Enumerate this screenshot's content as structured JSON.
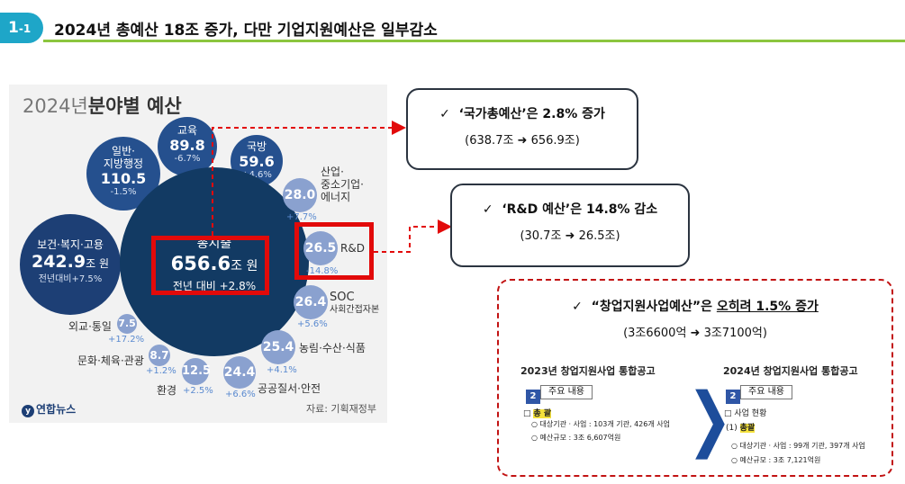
{
  "header": {
    "badge_main": "1",
    "badge_sub": "-1",
    "title": "2024년 총예산 18조 증가, 다만 기업지원예산은 일부감소"
  },
  "infographic": {
    "title_year": "2024년",
    "title_main": "분야별 예산",
    "total": {
      "name": "총지출",
      "value": "656.6",
      "unit": "조 원",
      "change": "전년 대비 +2.8%"
    },
    "bubbles": {
      "education": {
        "name": "교육",
        "value": "89.8",
        "change": "-6.7%"
      },
      "defense": {
        "name": "국방",
        "value": "59.6",
        "change": "+4.6%"
      },
      "general": {
        "name1": "일반·",
        "name2": "지방행정",
        "value": "110.5",
        "change": "-1.5%"
      },
      "welfare": {
        "name": "보건·복지·고용",
        "value": "242.9",
        "unit": "조 원",
        "change": "전년대비+7.5%"
      },
      "industry": {
        "value": "28.0",
        "name1": "산업·",
        "name2": "중소기업·",
        "name3": "에너지",
        "change": "+7.7%"
      },
      "rnd": {
        "value": "26.5",
        "name": "R&D",
        "change": "-14.8%"
      },
      "soc": {
        "value": "26.4",
        "name1": "SOC",
        "name2": "사회간접자본",
        "change": "+5.6%"
      },
      "agri": {
        "value": "25.4",
        "name": "농림·수산·식품",
        "change": "+4.1%"
      },
      "safety": {
        "value": "24.4",
        "name": "공공질서·안전",
        "change": "+6.6%"
      },
      "env": {
        "value": "12.5",
        "name": "환경",
        "change": "+2.5%"
      },
      "culture": {
        "value": "8.7",
        "name": "문화·체육·관광",
        "change": "+1.2%"
      },
      "foreign": {
        "value": "7.5",
        "name": "외교·통일",
        "change": "+17.2%"
      }
    },
    "source": "자료: 기획재정부",
    "logo": "연합뉴스",
    "logo_glyph": "y"
  },
  "callouts": {
    "national": {
      "check": "✓",
      "title_quoted": "‘국가총예산’",
      "title_rest": "은 2.8% 증가",
      "detail": "(638.7조  ➜  656.9조)"
    },
    "rnd": {
      "check": "✓",
      "title_quoted": "‘R&D 예산’",
      "title_rest": "은 14.8% 감소",
      "detail": "(30.7조  ➜ 26.5조)"
    },
    "startup": {
      "check": "✓",
      "title_quoted": "“창업지원사업예산”",
      "title_mid": "은 ",
      "title_underlined": "오히려 1.5% 증가",
      "detail": "(3조6600억  ➜  3조7100억)",
      "left": {
        "title": "2023년 창업지원사업 통합공고",
        "tag_num": "2",
        "tag_text": "주요 내용",
        "item_head_box": "□",
        "item_head": "총  괄",
        "line1": "○  대상기관 · 사업 : 103개 기관, 426개 사업",
        "line2": "○  예산규모 : 3조 6,607억원"
      },
      "arrow": "❯",
      "right": {
        "title": "2024년 창업지원사업 통합공고",
        "tag_num": "2",
        "tag_text": "주요 내용",
        "item_head_box": "□",
        "item_head": "사업 현황",
        "sub_prefix": "(1) ",
        "sub_head": "총괄",
        "line1": "○  대상기관 · 사업 : 99개 기관, 397개 사업",
        "line2": "○  예산규모 : 3조 7,121억원"
      }
    }
  },
  "colors": {
    "accent_badge": "#1ea6c8",
    "header_rule": "#8cc63f",
    "highlight_red": "#e20a0a",
    "bubble_dark": "#1d3f75",
    "bubble_light": "#8aa1cf"
  }
}
